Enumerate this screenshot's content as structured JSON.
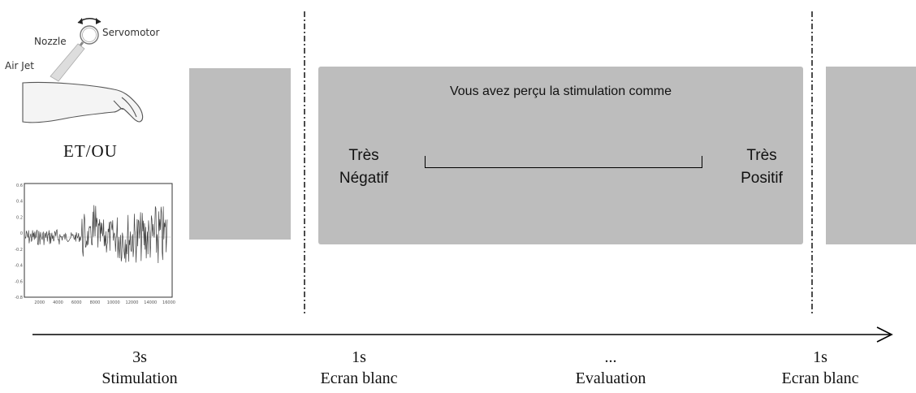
{
  "apparatus": {
    "nozzle_label": "Nozzle",
    "servomotor_label": "Servomotor",
    "air_jet_label": "Air Jet",
    "connector": "ET/OU",
    "waveform": {
      "x_ticks": [
        "2000",
        "4000",
        "6000",
        "8000",
        "10000",
        "12000",
        "14000",
        "16000"
      ],
      "y_ticks": [
        "0.6",
        "0.4",
        "0.2",
        "0",
        "-0.2",
        "-0.4",
        "-0.6",
        "-0.8"
      ]
    }
  },
  "evaluation_screen": {
    "question": "Vous avez perçu la stimulation comme",
    "left_anchor_line1": "Très",
    "left_anchor_line2": "Négatif",
    "right_anchor_line1": "Très",
    "right_anchor_line2": "Positif"
  },
  "timeline": [
    {
      "duration": "3s",
      "phase": "Stimulation"
    },
    {
      "duration": "1s",
      "phase": "Ecran blanc"
    },
    {
      "duration": "...",
      "phase": "Evaluation"
    },
    {
      "duration": "1s",
      "phase": "Ecran blanc"
    }
  ],
  "colors": {
    "screen_gray": "#bdbdbd",
    "line": "#000000"
  }
}
